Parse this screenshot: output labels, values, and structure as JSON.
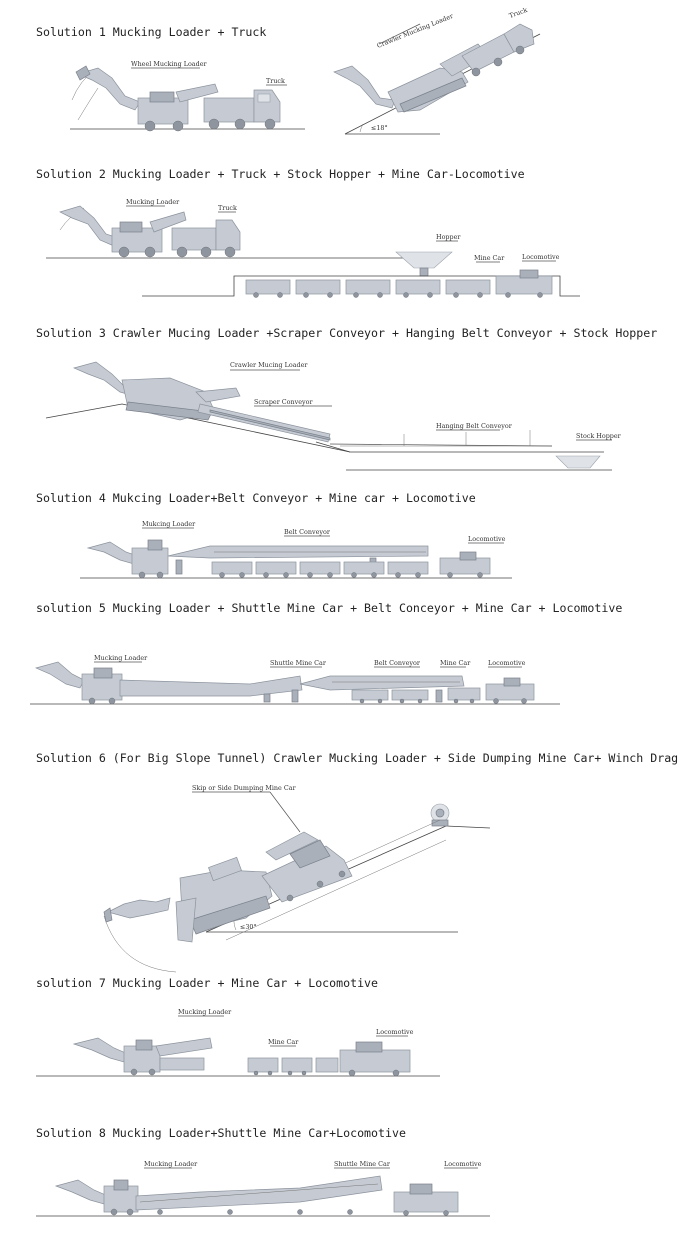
{
  "solutions": [
    {
      "heading": "Solution 1 Mucking Loader + Truck",
      "labels": {
        "wheel_loader": "Wheel Mucking Loader",
        "truck_a": "Truck",
        "crawler_loader": "Crawler Mucking Loader",
        "truck_b": "Truck",
        "angle": "≤18°"
      }
    },
    {
      "heading": "Solution 2 Mucking Loader + Truck + Stock Hopper + Mine Car-Locomotive",
      "labels": {
        "loader": "Mucking Loader",
        "truck": "Truck",
        "hopper": "Hopper",
        "mine_car": "Mine Car",
        "locomotive": "Locomotive"
      }
    },
    {
      "heading": "Solution 3 Crawler Mucing Loader +Scraper Conveyor + Hanging Belt Conveyor + Stock Hopper",
      "labels": {
        "loader": "Crawler Mucing Loader",
        "scraper": "Scraper Conveyor",
        "belt": "Hanging Belt Conveyor",
        "hopper": "Stock Hopper"
      }
    },
    {
      "heading": "Solution 4 Mukcing Loader+Belt Conveyor + Mine car + Locomotive",
      "labels": {
        "loader": "Mukcing Loader",
        "belt": "Belt Conveyor",
        "locomotive": "Locomotive"
      }
    },
    {
      "heading": "solution 5 Mucking Loader + Shuttle Mine Car + Belt Conceyor + Mine Car + Locomotive",
      "labels": {
        "loader": "Mucking Loader",
        "shuttle": "Shuttle Mine Car",
        "belt": "Belt Conveyor",
        "mine_car": "Mine Car",
        "locomotive": "Locomotive"
      }
    },
    {
      "heading": "Solution 6 (For Big Slope Tunnel) Crawler Mucking Loader + Side Dumping Mine Car+ Winch Drag",
      "labels": {
        "skip": "Skip or Side Dumping Mine Car",
        "angle": "≤30°"
      }
    },
    {
      "heading": "solution 7 Mucking Loader + Mine Car + Locomotive",
      "labels": {
        "loader": "Mucking Loader",
        "mine_car": "Mine Car",
        "locomotive": "Locomotive"
      }
    },
    {
      "heading": "Solution 8  Mucking Loader+Shuttle Mine Car+Locomotive",
      "labels": {
        "loader": "Mucking Loader",
        "shuttle": "Shuttle Mine Car",
        "locomotive": "Locomotive"
      }
    }
  ]
}
